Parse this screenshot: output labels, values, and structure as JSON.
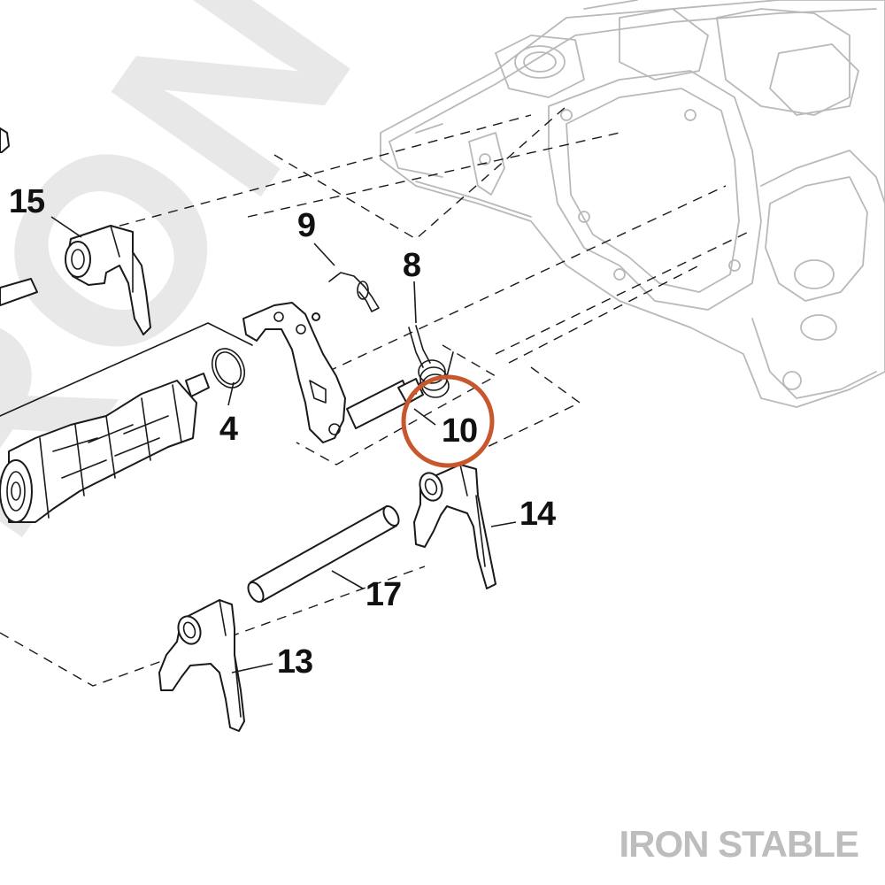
{
  "watermark": {
    "text": "IRON STABLE"
  },
  "brand": {
    "text": "IRON STABLE",
    "color": "#bdbdbd"
  },
  "highlight": {
    "target_callout": "10",
    "color": "#c8572d"
  },
  "callouts": {
    "c15": "15",
    "c9": "9",
    "c8": "8",
    "c4": "4",
    "c10": "10",
    "c14": "14",
    "c17": "17",
    "c13": "13"
  }
}
